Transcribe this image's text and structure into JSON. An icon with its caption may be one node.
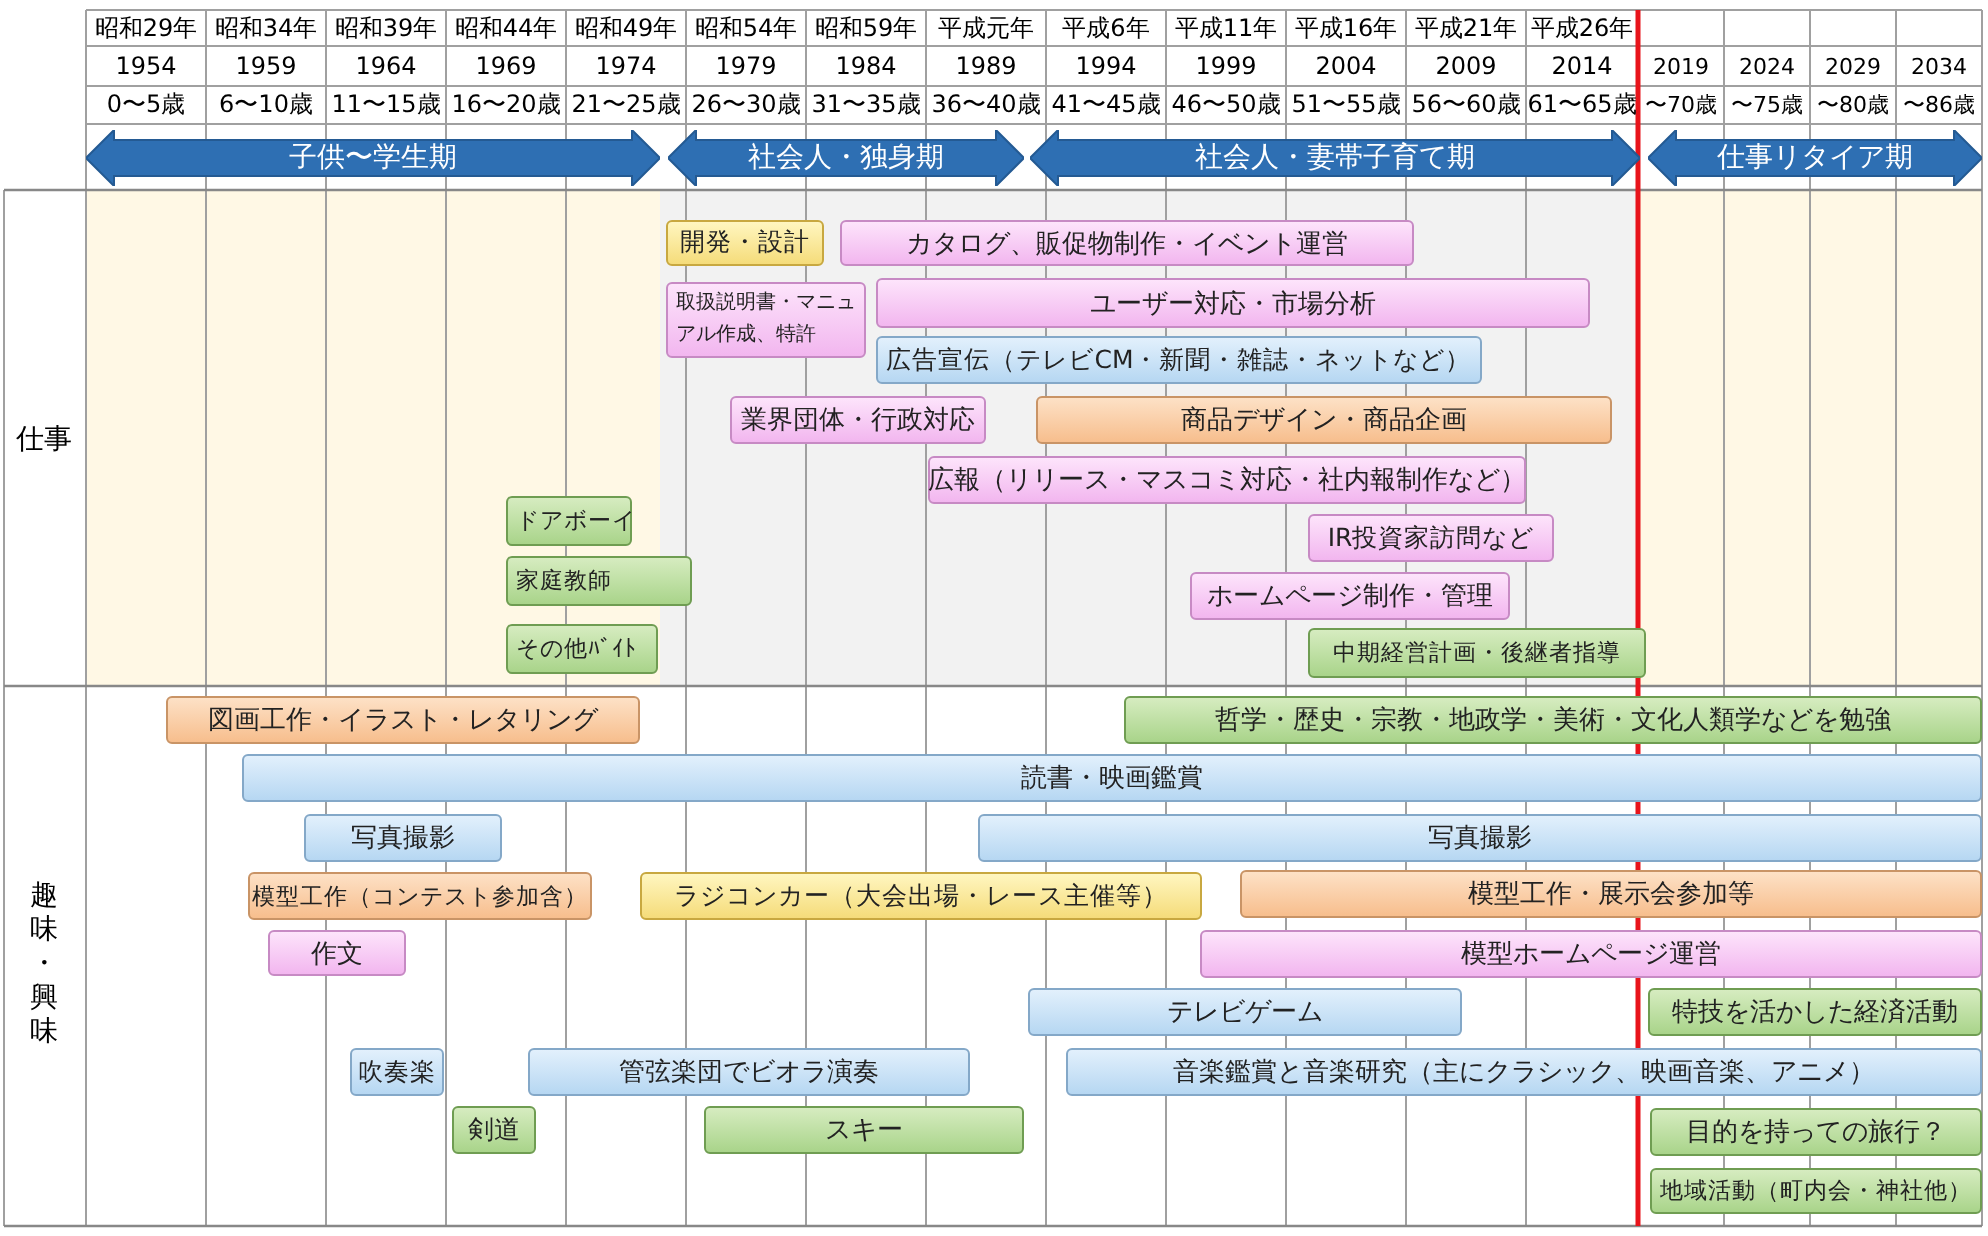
{
  "diagram": {
    "nodes": [
      {
        "text": [
          "子供〜学生期"
        ]
      },
      {
        "text": [
          "社会人・独身期"
        ]
      },
      {
        "text": [
          "社会人・妻帯子育て期"
        ]
      },
      {
        "text": [
          "仕事リタイア期"
        ]
      },
      {
        "text": [
          "開発・設計"
        ]
      },
      {
        "text": [
          "カタログ、販促物制作・イベント運営"
        ]
      },
      {
        "text": [
          "取扱説明書・マニュアル作成、特許"
        ]
      },
      {
        "text": [
          "ユーザー対応・市場分析"
        ]
      },
      {
        "text": [
          "広告宣伝（テレビCM・新聞・雑誌・ネットなど）"
        ]
      },
      {
        "text": [
          "業界団体・行政対応"
        ]
      },
      {
        "text": [
          "商品デザイン・商品企画"
        ]
      },
      {
        "text": [
          "広報（リリース・マスコミ対応・社内報制作など）"
        ]
      },
      {
        "text": [
          "ドアボーイ"
        ]
      },
      {
        "text": [
          "IR投資家訪問など"
        ]
      },
      {
        "text": [
          "家庭教師"
        ]
      },
      {
        "text": [
          "ホームページ制作・管理"
        ]
      },
      {
        "text": [
          "その他ﾊﾞｲﾄ"
        ]
      },
      {
        "text": [
          "中期経営計画・後継者指導"
        ]
      },
      {
        "text": [
          "図画工作・イラスト・レタリング"
        ]
      },
      {
        "text": [
          "哲学・歴史・宗教・地政学・美術・文化人類学などを勉強"
        ]
      },
      {
        "text": [
          "読書・映画鑑賞"
        ]
      },
      {
        "text": [
          "写真撮影"
        ]
      },
      {
        "text": [
          "写真撮影"
        ]
      },
      {
        "text": [
          "模型工作（コンテスト参加含）"
        ]
      },
      {
        "text": [
          "ラジコンカー（大会出場・レース主催等）"
        ]
      },
      {
        "text": [
          "模型工作・展示会参加等"
        ]
      },
      {
        "text": [
          "作文"
        ]
      },
      {
        "text": [
          "模型ホームページ運営"
        ]
      },
      {
        "text": [
          "テレビゲーム"
        ]
      },
      {
        "text": [
          "特技を活かした経済活動"
        ]
      },
      {
        "text": [
          "吹奏楽"
        ]
      },
      {
        "text": [
          "管弦楽団でビオラ演奏"
        ]
      },
      {
        "text": [
          "音楽鑑賞と音楽研究（主にクラシック、映画音楽、アニメ）"
        ]
      },
      {
        "text": [
          "剣道"
        ]
      },
      {
        "text": [
          "スキー"
        ]
      },
      {
        "text": [
          "目的を持っての旅行？"
        ]
      },
      {
        "text": [
          "地域活動（町内会・神社他）"
        ]
      }
    ],
    "labels": [
      "昭和29年",
      "昭和34年",
      "昭和39年",
      "昭和44年",
      "昭和49年",
      "昭和54年",
      "昭和59年",
      "平成元年",
      "平成6年",
      "平成11年",
      "平成16年",
      "平成21年",
      "平成26年",
      "1954",
      "1959",
      "1964",
      "1969",
      "1974",
      "1979",
      "1984",
      "1989",
      "1994",
      "1999",
      "2004",
      "2009",
      "2014",
      "2019",
      "2024",
      "2029",
      "2034",
      "0〜5歳",
      "6〜10歳",
      "11〜15歳",
      "16〜20歳",
      "21〜25歳",
      "26〜30歳",
      "31〜35歳",
      "36〜40歳",
      "41〜45歳",
      "46〜50歳",
      "51〜55歳",
      "56〜60歳",
      "61〜65歳",
      "〜70歳",
      "〜75歳",
      "〜80歳",
      "〜86歳",
      "仕事",
      "趣味・興味"
    ]
  }
}
